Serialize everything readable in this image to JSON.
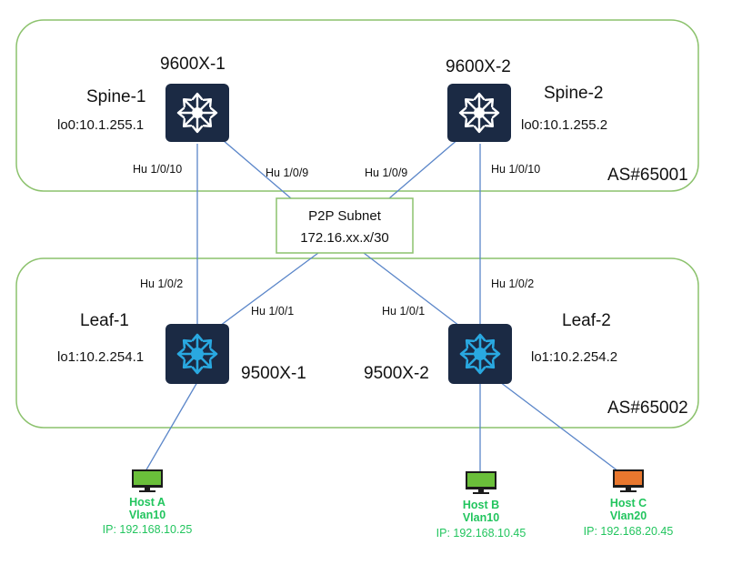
{
  "as_spine": "AS#65001",
  "as_leaf": "AS#65002",
  "p2p": {
    "line1": "P2P Subnet",
    "line2": "172.16.xx.x/30"
  },
  "spine1": {
    "model": "9600X-1",
    "role": "Spine-1",
    "lo": "lo0:10.1.255.1"
  },
  "spine2": {
    "model": "9600X-2",
    "role": "Spine-2",
    "lo": "lo0:10.1.255.2"
  },
  "leaf1": {
    "model": "9500X-1",
    "role": "Leaf-1",
    "lo": "lo1:10.2.254.1"
  },
  "leaf2": {
    "model": "9500X-2",
    "role": "Leaf-2",
    "lo": "lo1:10.2.254.2"
  },
  "ports": {
    "s1_down": "Hu 1/0/10",
    "s1_cross": "Hu 1/0/9",
    "s2_cross": "Hu 1/0/9",
    "s2_down": "Hu 1/0/10",
    "l1_up": "Hu 1/0/2",
    "l1_cross": "Hu 1/0/1",
    "l2_cross": "Hu 1/0/1",
    "l2_up": "Hu 1/0/2"
  },
  "hosts": [
    {
      "name": "Host A",
      "vlan": "Vlan10",
      "ip": "IP: 192.168.10.25",
      "color": "#6abf3a"
    },
    {
      "name": "Host B",
      "vlan": "Vlan10",
      "ip": "IP: 192.168.10.45",
      "color": "#6abf3a"
    },
    {
      "name": "Host C",
      "vlan": "Vlan20",
      "ip": "IP: 192.168.20.45",
      "color": "#e8772e"
    }
  ],
  "colors": {
    "link": "#5b86c9",
    "zone": "#8cc26d",
    "spine_node": "#1b2a44",
    "leaf_node": "#1b2a44",
    "leaf_arrows": "#29a8e0",
    "spine_arrows": "#ffffff"
  }
}
